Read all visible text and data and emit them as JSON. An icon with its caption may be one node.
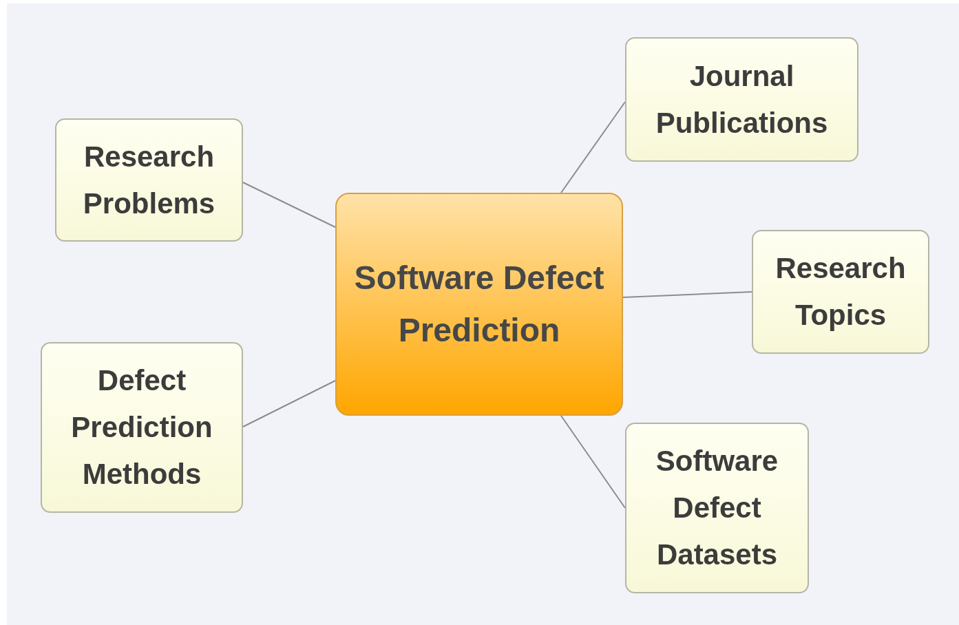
{
  "diagram": {
    "nodes": [
      {
        "text": [
          "Software Defect Prediction"
        ]
      },
      {
        "text": [
          "Journal Publications"
        ]
      },
      {
        "text": [
          "Research Problems"
        ]
      },
      {
        "text": [
          "Research Topics"
        ]
      },
      {
        "text": [
          "Defect Prediction Methods"
        ]
      },
      {
        "text": [
          "Software Defect Datasets"
        ]
      }
    ],
    "edges": [
      {
        "from": 0,
        "to": 1,
        "arrow": "none"
      },
      {
        "from": 0,
        "to": 2,
        "arrow": "none"
      },
      {
        "from": 0,
        "to": 3,
        "arrow": "none"
      },
      {
        "from": 0,
        "to": 4,
        "arrow": "none"
      },
      {
        "from": 0,
        "to": 5,
        "arrow": "none"
      }
    ]
  }
}
